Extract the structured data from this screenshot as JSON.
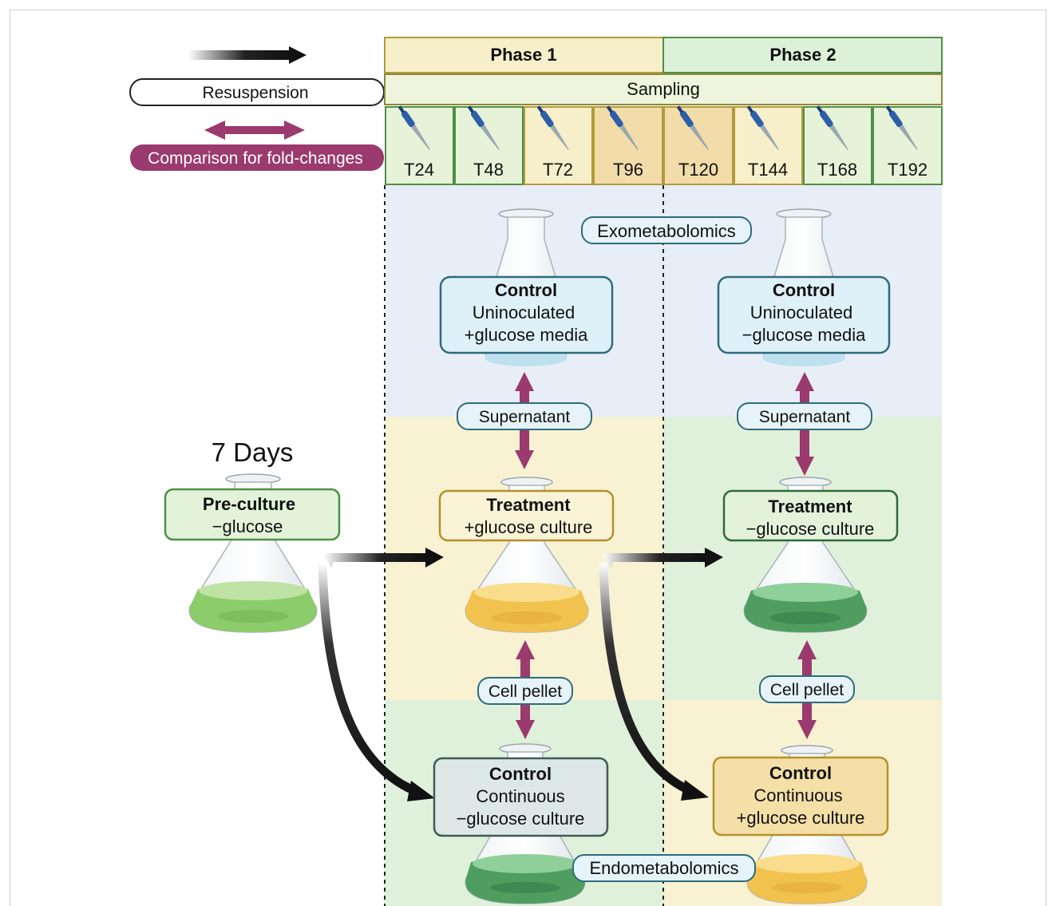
{
  "legend": {
    "resuspension_label": "Resuspension",
    "comparison_label": "Comparison for fold-changes"
  },
  "header": {
    "phase1": "Phase 1",
    "phase2": "Phase 2",
    "sampling": "Sampling",
    "timepoints": [
      "T24",
      "T48",
      "T72",
      "T96",
      "T120",
      "T144",
      "T168",
      "T192"
    ]
  },
  "preculture": {
    "duration": "7 Days",
    "title": "Pre-culture",
    "subtitle": "−glucose"
  },
  "phase1": {
    "media_control": {
      "title": "Control",
      "line1": "Uninoculated",
      "line2": "+glucose media"
    },
    "supernatant": "Supernatant",
    "treatment": {
      "title": "Treatment",
      "line1": "+glucose culture"
    },
    "cell_pellet": "Cell pellet",
    "continuous_control": {
      "title": "Control",
      "line1": "Continuous",
      "line2": "−glucose culture"
    }
  },
  "phase2": {
    "media_control": {
      "title": "Control",
      "line1": "Uninoculated",
      "line2": "−glucose media"
    },
    "supernatant": "Supernatant",
    "treatment": {
      "title": "Treatment",
      "line1": "−glucose culture"
    },
    "cell_pellet": "Cell pellet",
    "continuous_control": {
      "title": "Control",
      "line1": "Continuous",
      "line2": "+glucose culture"
    }
  },
  "tags": {
    "exometabolomics": "Exometabolomics",
    "endometabolomics": "Endometabolomics"
  },
  "colors": {
    "comparison_arrow": "#9b3a6e",
    "phase1_header": "#f7efc9",
    "phase2_header": "#ddf1d8",
    "exo_region": "#e8eef8",
    "plus_glucose_region": "#f8f2d2",
    "minus_glucose_region": "#e0f1db"
  }
}
